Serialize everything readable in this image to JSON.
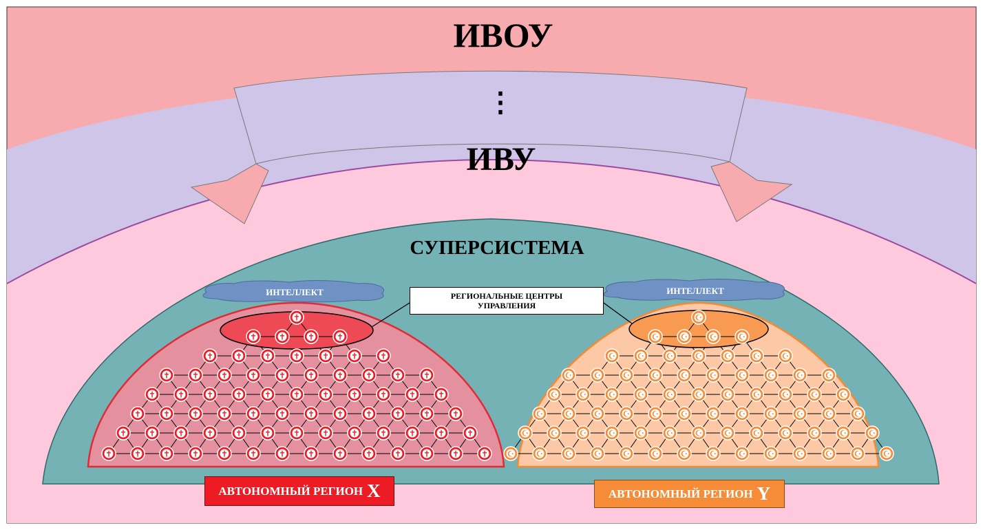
{
  "diagram": {
    "top_title": "ИВОУ",
    "ellipsis": "⋮",
    "middle_title": "ИВУ",
    "supersystem_title": "СУПЕРСИСТЕМА",
    "intellect_left": "ИНТЕЛЛЕКТ",
    "intellect_right": "ИНТЕЛЛЕКТ",
    "regional_centers": {
      "line1": "РЕГИОНАЛЬНЫЕ ЦЕНТРЫ",
      "line2": "УПРАВЛЕНИЯ"
    },
    "region_x": {
      "text": "АВТОНОМНЫЙ РЕГИОН",
      "letter": "X"
    },
    "region_y": {
      "text": "АВТОНОМНЫЙ РЕГИОН",
      "letter": "Y"
    },
    "node_symbols": {
      "x": "✝",
      "y": "☪"
    },
    "colors": {
      "outer_band": "#f8abaf",
      "lavender_band": "#cec5e8",
      "inner_pink": "#fec9dc",
      "supersystem": "#75b2b5",
      "region_x_fill": "#e5909f",
      "region_x_border": "#e02b35",
      "region_y_fill": "#fcc8a6",
      "region_y_border": "#f58a33",
      "node_x_fill": "#ed1c24",
      "node_y_fill": "#f68b38",
      "intellect_cloud": "#6f91c4"
    }
  }
}
